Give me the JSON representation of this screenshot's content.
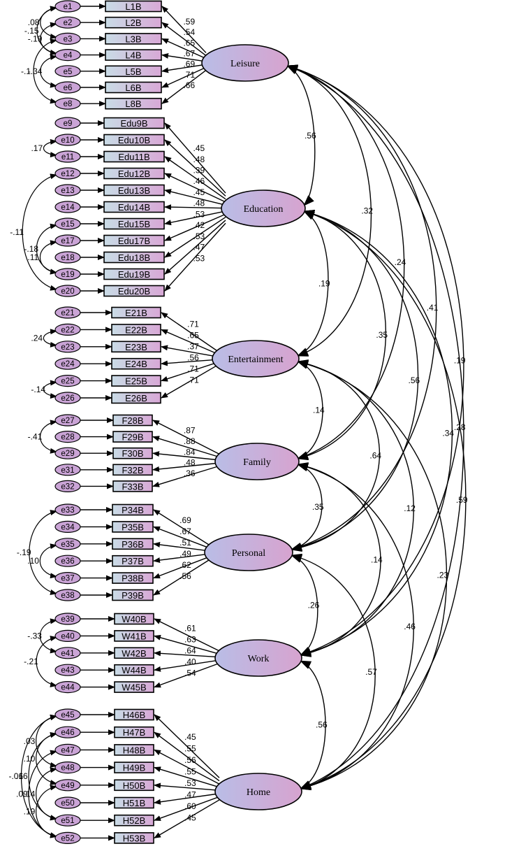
{
  "latents": [
    {
      "id": "Leisure",
      "label": "Leisure",
      "indicators": [
        {
          "box": "L1B",
          "err": "e1",
          "load": ".59"
        },
        {
          "box": "L2B",
          "err": "e2",
          "load": ".54"
        },
        {
          "box": "L3B",
          "err": "e3",
          "load": ".65"
        },
        {
          "box": "L4B",
          "err": "e4",
          "load": ".67"
        },
        {
          "box": "L5B",
          "err": "e5",
          "load": ".69"
        },
        {
          "box": "L6B",
          "err": "e6",
          "load": ".71"
        },
        {
          "box": "L8B",
          "err": "e8",
          "load": ".66"
        }
      ]
    },
    {
      "id": "Education",
      "label": "Education",
      "indicators": [
        {
          "box": "Edu9B",
          "err": "e9",
          "load": ".45"
        },
        {
          "box": "Edu10B",
          "err": "e10",
          "load": ".48"
        },
        {
          "box": "Edu11B",
          "err": "e11",
          "load": ".39"
        },
        {
          "box": "Edu12B",
          "err": "e12",
          "load": ".46"
        },
        {
          "box": "Edu13B",
          "err": "e13",
          "load": ".45"
        },
        {
          "box": "Edu14B",
          "err": "e14",
          "load": ".48"
        },
        {
          "box": "Edu15B",
          "err": "e15",
          "load": ".53"
        },
        {
          "box": "Edu17B",
          "err": "e17",
          "load": ".42"
        },
        {
          "box": "Edu18B",
          "err": "e18",
          "load": ".53"
        },
        {
          "box": "Edu19B",
          "err": "e19",
          "load": ".47"
        },
        {
          "box": "Edu20B",
          "err": "e20",
          "load": ".53"
        }
      ]
    },
    {
      "id": "Entertainment",
      "label": "Entertainment",
      "indicators": [
        {
          "box": "E21B",
          "err": "e21",
          "load": ".71"
        },
        {
          "box": "E22B",
          "err": "e22",
          "load": ".65"
        },
        {
          "box": "E23B",
          "err": "e23",
          "load": ".37"
        },
        {
          "box": "E24B",
          "err": "e24",
          "load": ".56"
        },
        {
          "box": "E25B",
          "err": "e25",
          "load": ".71"
        },
        {
          "box": "E26B",
          "err": "e26",
          "load": ".71"
        }
      ]
    },
    {
      "id": "Family",
      "label": "Family",
      "indicators": [
        {
          "box": "F28B",
          "err": "e27",
          "load": ".87"
        },
        {
          "box": "F29B",
          "err": "e28",
          "load": ".88"
        },
        {
          "box": "F30B",
          "err": "e29",
          "load": ".84"
        },
        {
          "box": "F32B",
          "err": "e31",
          "load": ".48"
        },
        {
          "box": "F33B",
          "err": "e32",
          "load": ".36"
        }
      ]
    },
    {
      "id": "Personal",
      "label": "Personal",
      "indicators": [
        {
          "box": "P34B",
          "err": "e33",
          "load": ".69"
        },
        {
          "box": "P35B",
          "err": "e34",
          "load": ".67"
        },
        {
          "box": "P36B",
          "err": "e35",
          "load": ".51"
        },
        {
          "box": "P37B",
          "err": "e36",
          "load": ".49"
        },
        {
          "box": "P38B",
          "err": "e37",
          "load": ".62"
        },
        {
          "box": "P39B",
          "err": "e38",
          "load": ".56"
        }
      ]
    },
    {
      "id": "Work",
      "label": "Work",
      "indicators": [
        {
          "box": "W40B",
          "err": "e39",
          "load": ".61"
        },
        {
          "box": "W41B",
          "err": "e40",
          "load": ".63"
        },
        {
          "box": "W42B",
          "err": "e41",
          "load": ".64"
        },
        {
          "box": "W44B",
          "err": "e43",
          "load": ".40"
        },
        {
          "box": "W45B",
          "err": "e44",
          "load": ".54"
        }
      ]
    },
    {
      "id": "Home",
      "label": "Home",
      "indicators": [
        {
          "box": "H46B",
          "err": "e45",
          "load": ".45"
        },
        {
          "box": "H47B",
          "err": "e46",
          "load": ".55"
        },
        {
          "box": "H48B",
          "err": "e47",
          "load": ".56"
        },
        {
          "box": "H49B",
          "err": "e48",
          "load": ".55"
        },
        {
          "box": "H50B",
          "err": "e49",
          "load": ".53"
        },
        {
          "box": "H51B",
          "err": "e50",
          "load": ".47"
        },
        {
          "box": "H52B",
          "err": "e51",
          "load": ".60"
        },
        {
          "box": "H53B",
          "err": "e52",
          "load": ".45"
        }
      ]
    }
  ],
  "factor_correlations": [
    {
      "from": "Leisure",
      "to": "Education",
      "value": ".56"
    },
    {
      "from": "Leisure",
      "to": "Entertainment",
      "value": ".32"
    },
    {
      "from": "Leisure",
      "to": "Family",
      "value": ".24"
    },
    {
      "from": "Leisure",
      "to": "Personal",
      "value": ".41"
    },
    {
      "from": "Leisure",
      "to": "Work",
      "value": ".19"
    },
    {
      "from": "Leisure",
      "to": "Home",
      "value": ".28"
    },
    {
      "from": "Education",
      "to": "Entertainment",
      "value": ".19"
    },
    {
      "from": "Education",
      "to": "Family",
      "value": ".35"
    },
    {
      "from": "Education",
      "to": "Personal",
      "value": ".56"
    },
    {
      "from": "Education",
      "to": "Work",
      "value": ".34"
    },
    {
      "from": "Education",
      "to": "Home",
      "value": ".59"
    },
    {
      "from": "Entertainment",
      "to": "Family",
      "value": ".14"
    },
    {
      "from": "Entertainment",
      "to": "Personal",
      "value": ".64"
    },
    {
      "from": "Entertainment",
      "to": "Work",
      "value": ".12"
    },
    {
      "from": "Entertainment",
      "to": "Home",
      "value": ".23"
    },
    {
      "from": "Family",
      "to": "Personal",
      "value": ".35"
    },
    {
      "from": "Family",
      "to": "Work",
      "value": ".14"
    },
    {
      "from": "Family",
      "to": "Home",
      "value": ".46"
    },
    {
      "from": "Personal",
      "to": "Work",
      "value": ".26"
    },
    {
      "from": "Personal",
      "to": "Home",
      "value": ".57"
    },
    {
      "from": "Work",
      "to": "Home",
      "value": ".56"
    }
  ],
  "error_covariances": [
    {
      "from": "e1",
      "to": "e3",
      "value": ".08"
    },
    {
      "from": "e1",
      "to": "e4",
      "value": "-.15"
    },
    {
      "from": "e2",
      "to": "e4",
      "value": "-.19"
    },
    {
      "from": "e4",
      "to": "e6",
      "value": "-.34"
    },
    {
      "from": "e3",
      "to": "e8",
      "value": "-.1"
    },
    {
      "from": "e10",
      "to": "e11",
      "value": ".17"
    },
    {
      "from": "e12",
      "to": "e20",
      "value": "-.11"
    },
    {
      "from": "e15",
      "to": "e19",
      "value": "-.18"
    },
    {
      "from": "e17",
      "to": "e19",
      "value": ".11"
    },
    {
      "from": "e22",
      "to": "e23",
      "value": ".24"
    },
    {
      "from": "e25",
      "to": "e26",
      "value": "-.14"
    },
    {
      "from": "e27",
      "to": "e29",
      "value": "-.41"
    },
    {
      "from": "e33",
      "to": "e38",
      "value": "-.19"
    },
    {
      "from": "e35",
      "to": "e37",
      "value": ".10"
    },
    {
      "from": "e39",
      "to": "e41",
      "value": "-.33"
    },
    {
      "from": "e40",
      "to": "e44",
      "value": "-.21"
    },
    {
      "from": "e45",
      "to": "e48",
      "value": ".03"
    },
    {
      "from": "e46",
      "to": "e49",
      "value": ".10"
    },
    {
      "from": "e45",
      "to": "e52",
      "value": "-.06"
    },
    {
      "from": "e46",
      "to": "e51",
      "value": ".16"
    },
    {
      "from": "e47",
      "to": "e52",
      "value": ".09"
    },
    {
      "from": "e48",
      "to": "e51",
      "value": ".14"
    },
    {
      "from": "e49",
      "to": "e52",
      "value": ".19"
    }
  ],
  "colors": {
    "latent_fill_left": "#b9bde6",
    "latent_fill_right": "#d7a3cf",
    "box_fill_left": "#c9dce6",
    "box_fill_right": "#d8a8d6",
    "error_fill": "#caa4d6",
    "line": "#000000"
  }
}
